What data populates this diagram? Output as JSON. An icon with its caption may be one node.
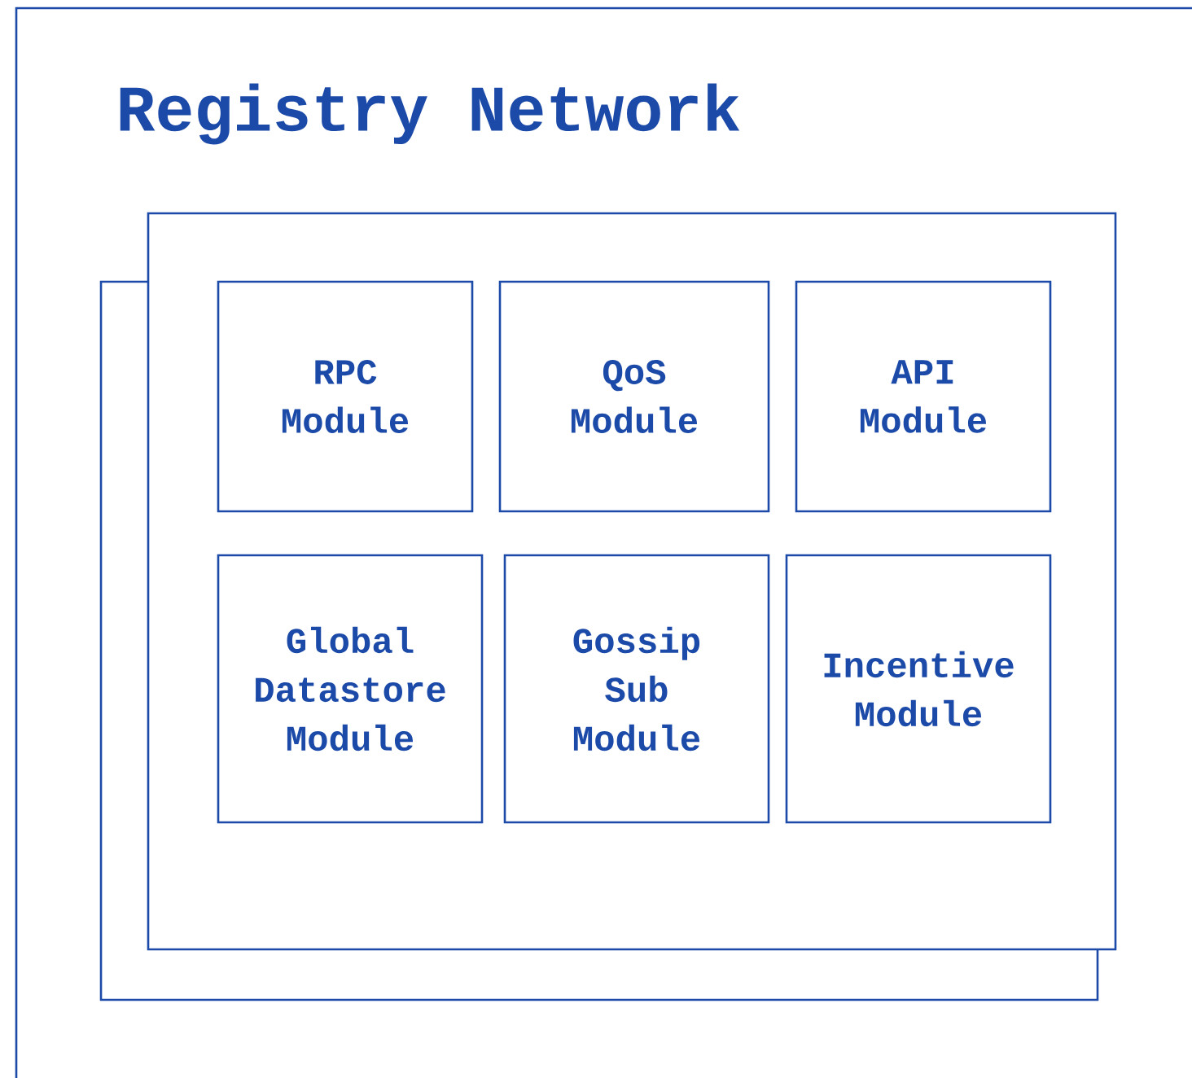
{
  "diagram": {
    "nodes": [
      {
        "text": [
          "Registry Network"
        ]
      },
      {
        "text": [],
        "shape": "box",
        "in": 0
      },
      {
        "text": [
          "RPC Module"
        ],
        "in": 1
      },
      {
        "text": [
          "QoS Module"
        ],
        "in": 1
      },
      {
        "text": [
          "API Module"
        ],
        "in": 1
      },
      {
        "text": [
          "Global Datastore Module"
        ],
        "in": 1
      },
      {
        "text": [
          "Gossip Sub Module"
        ],
        "in": 1
      },
      {
        "text": [
          "Incentive Module"
        ],
        "in": 1
      }
    ]
  }
}
